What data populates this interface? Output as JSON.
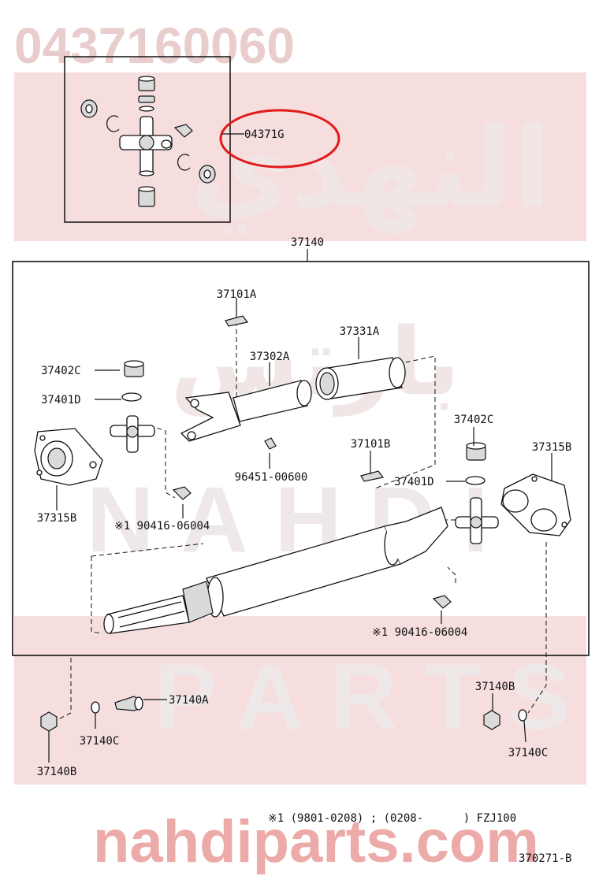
{
  "watermarks": {
    "part_number": "0437160060",
    "arabic_brand": "النهدي",
    "arabic_parts": "بارتس",
    "brand_en_1": "NAHDI",
    "brand_en_2": "PARTS",
    "website": "nahdiparts.com"
  },
  "colors": {
    "highlight": "#e11b1b",
    "watermark_band": "#f6dede",
    "line": "#111111"
  },
  "assembly_label": "37140",
  "highlight_label": "04371G",
  "labels": {
    "l37101A": "37101A",
    "l37331A": "37331A",
    "l37302A": "37302A",
    "l37402C_left": "37402C",
    "l37401D_left": "37401D",
    "l37315B_left": "37315B",
    "l96451": "96451-00600",
    "l37101B": "37101B",
    "l37402C_right": "37402C",
    "l37401D_right": "37401D",
    "l37315B_right": "37315B",
    "l90416_left": "※1 90416-06004",
    "l90416_right": "※1 90416-06004",
    "l37140A": "37140A",
    "l37140B_right": "37140B",
    "l37140C_left": "37140C",
    "l37140C_right": "37140C",
    "l37140B_left": "37140B"
  },
  "footnote": "※1 (9801-0208) ; (0208-      ) FZJ100",
  "diagram_code": "370271-B"
}
